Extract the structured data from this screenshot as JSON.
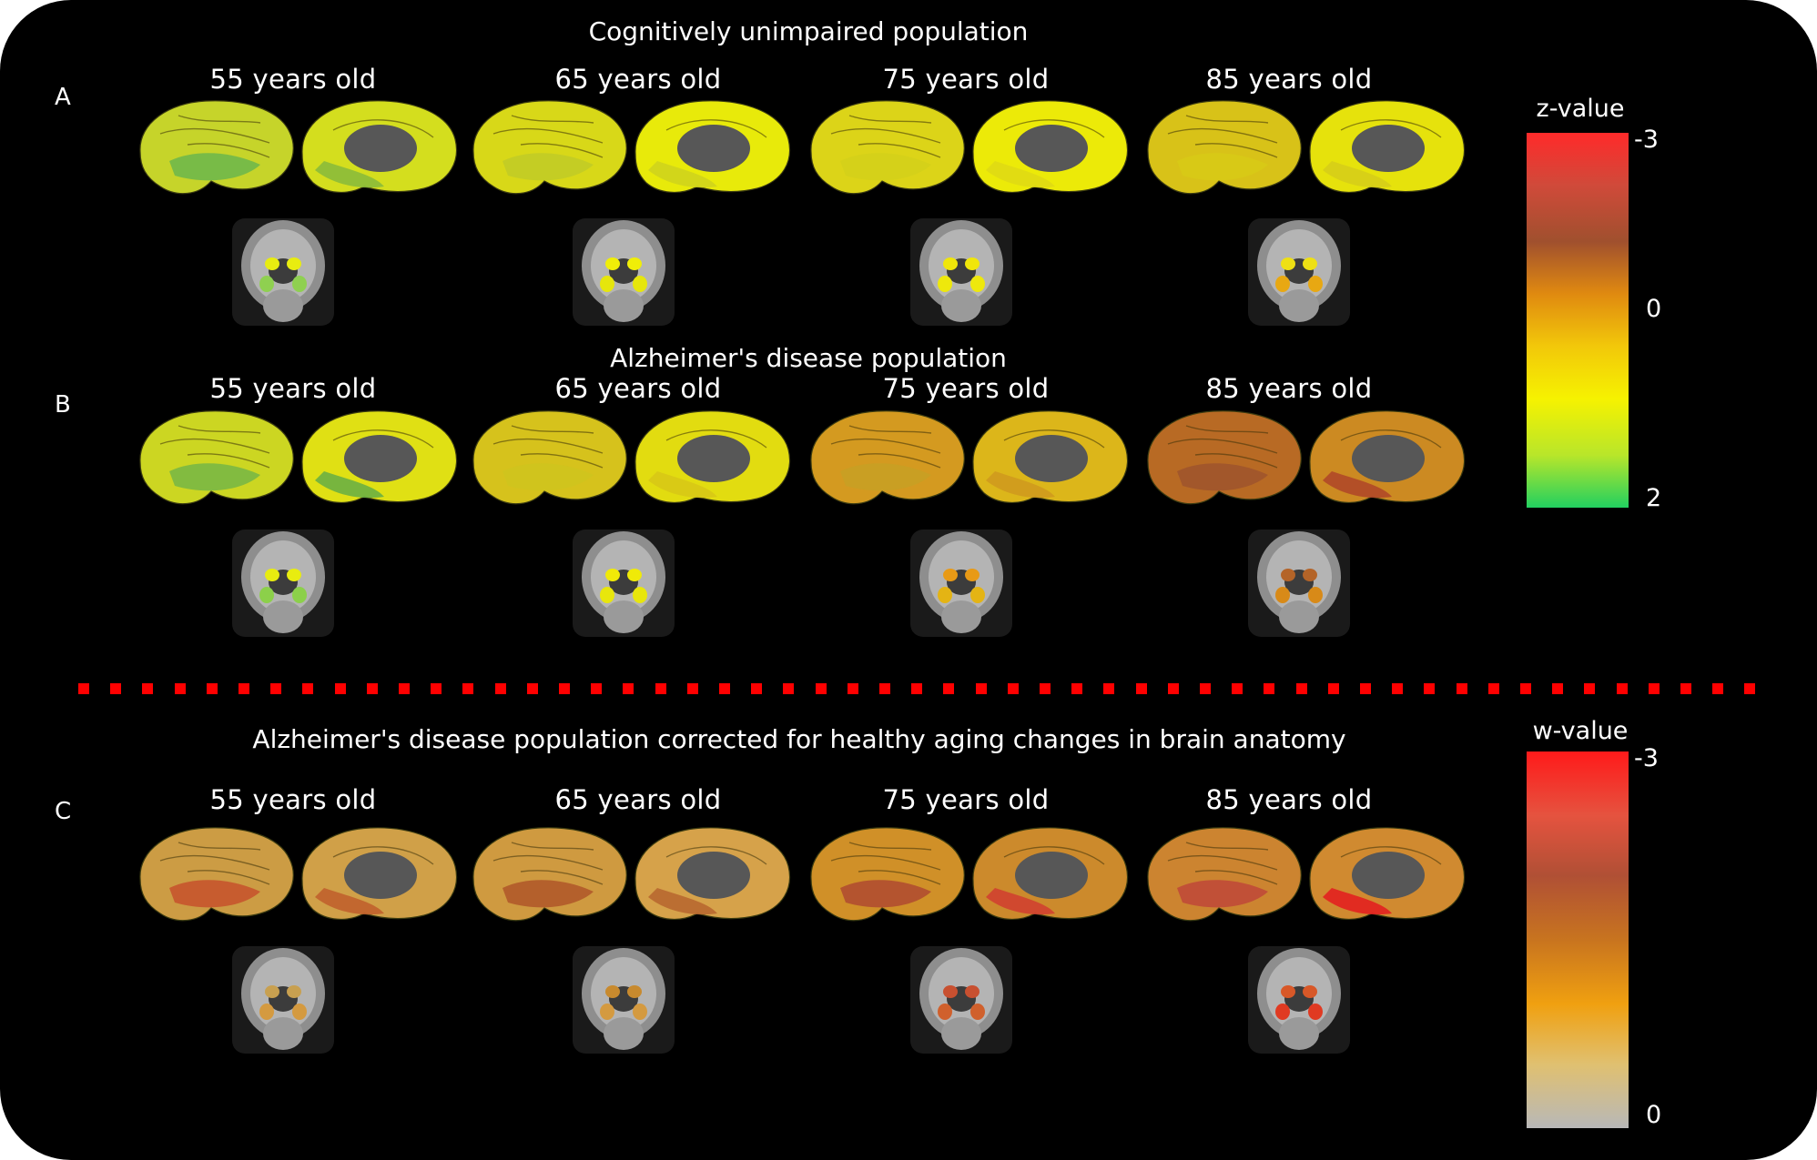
{
  "panels": [
    {
      "label": "A",
      "title": "Cognitively unimpaired population",
      "ages": [
        "55 years old",
        "65 years old",
        "75 years old",
        "85 years old"
      ]
    },
    {
      "label": "B",
      "title": "Alzheimer's disease population",
      "ages": [
        "55 years old",
        "65 years old",
        "75 years old",
        "85 years old"
      ]
    },
    {
      "label": "C",
      "title": "Alzheimer's disease population corrected for healthy aging changes in brain anatomy",
      "ages": [
        "55 years old",
        "65 years old",
        "75 years old",
        "85 years old"
      ]
    }
  ],
  "colorbars": [
    {
      "title": "z-value",
      "ticks": [
        "-3",
        "0",
        "2"
      ],
      "colors": [
        "#ff2a2a",
        "#d04a3a",
        "#a0502e",
        "#e08a10",
        "#f2c80a",
        "#f6f200",
        "#b8e62a",
        "#22d060"
      ]
    },
    {
      "title": "w-value",
      "ticks": [
        "-3",
        "0"
      ],
      "colors": [
        "#ff1a1a",
        "#e5533f",
        "#b05035",
        "#c8741f",
        "#f0a010",
        "#e0c070",
        "#b8b8b8"
      ]
    }
  ],
  "divider_color": "#ff0000"
}
